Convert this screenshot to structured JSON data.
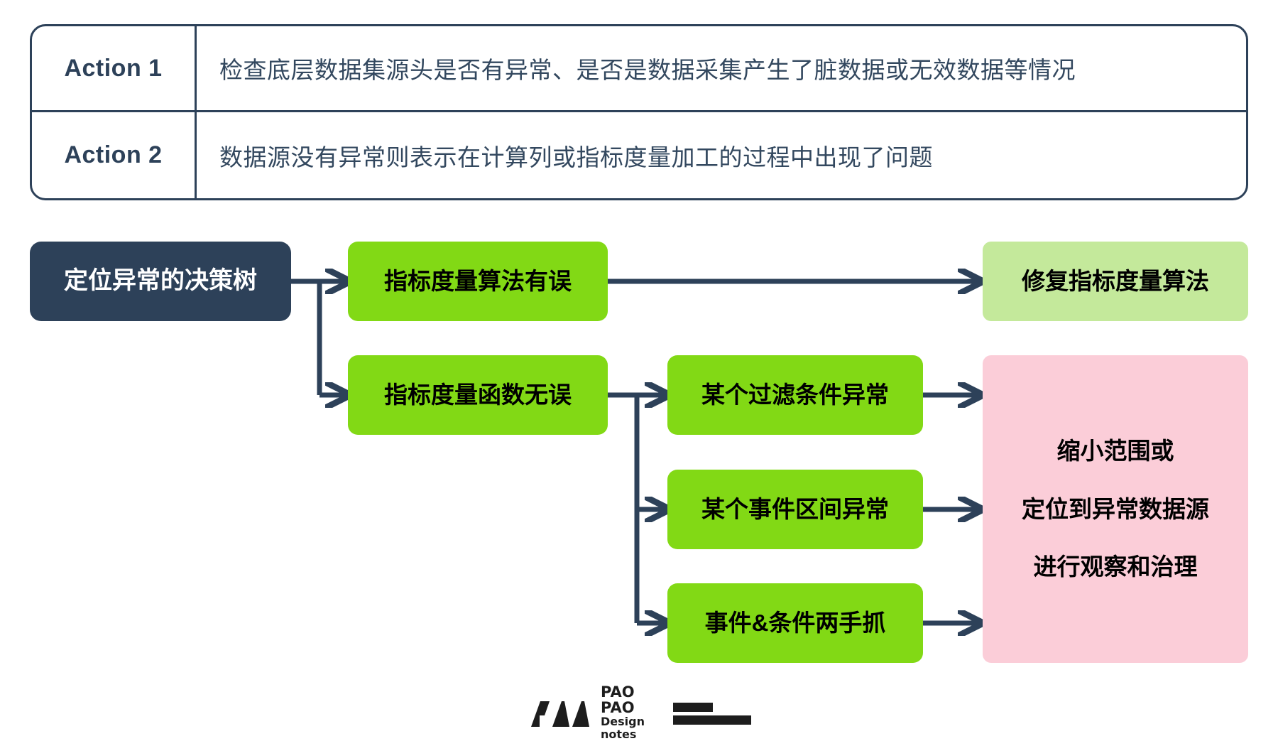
{
  "action_table": {
    "rows": [
      {
        "label": "Action 1",
        "text": "检查底层数据集源头是否有异常、是否是数据采集产生了脏数据或无效数据等情况"
      },
      {
        "label": "Action 2",
        "text": "数据源没有异常则表示在计算列或指标度量加工的过程中出现了问题"
      }
    ]
  },
  "diagram": {
    "root": {
      "label": "定位异常的决策树"
    },
    "branch_algorithm": {
      "label": "指标度量算法有误"
    },
    "outcome_fix": {
      "label": "修复指标度量算法"
    },
    "branch_function": {
      "label": "指标度量函数无误"
    },
    "leaves": [
      {
        "label": "某个过滤条件异常"
      },
      {
        "label": "某个事件区间异常"
      },
      {
        "label": "事件&条件两手抓"
      }
    ],
    "outcome_pink": {
      "lines": [
        "缩小范围或",
        "定位到异常数据源",
        "进行观察和治理"
      ]
    }
  },
  "logo": {
    "name_line1": "PAO PAO",
    "name_line2": "Design notes"
  },
  "colors": {
    "navy": "#2d4159",
    "green": "#82d915",
    "light_green": "#c4e99b",
    "pink": "#fbcdd8",
    "white": "#ffffff",
    "black": "#000000"
  }
}
